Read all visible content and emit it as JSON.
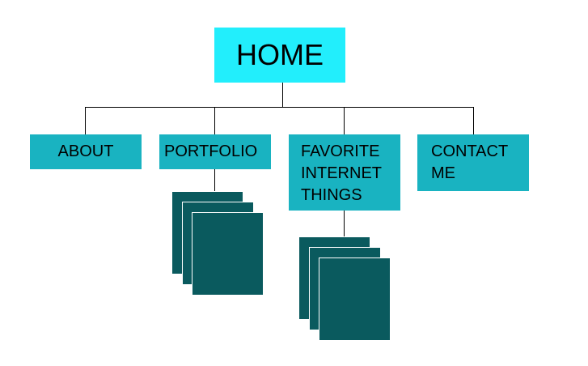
{
  "home": {
    "label": "HOME",
    "color": "#22eefc"
  },
  "children": [
    {
      "lines": [
        "ABOUT"
      ]
    },
    {
      "lines": [
        "PORTFOLIO"
      ]
    },
    {
      "lines": [
        "FAVORITE",
        "INTERNET",
        "THINGS"
      ]
    },
    {
      "lines": [
        "CONTACT",
        "ME"
      ]
    }
  ],
  "colors": {
    "child_box": "#19b3c1",
    "page_stack": "#0a5a5e",
    "connector": "#000000"
  }
}
